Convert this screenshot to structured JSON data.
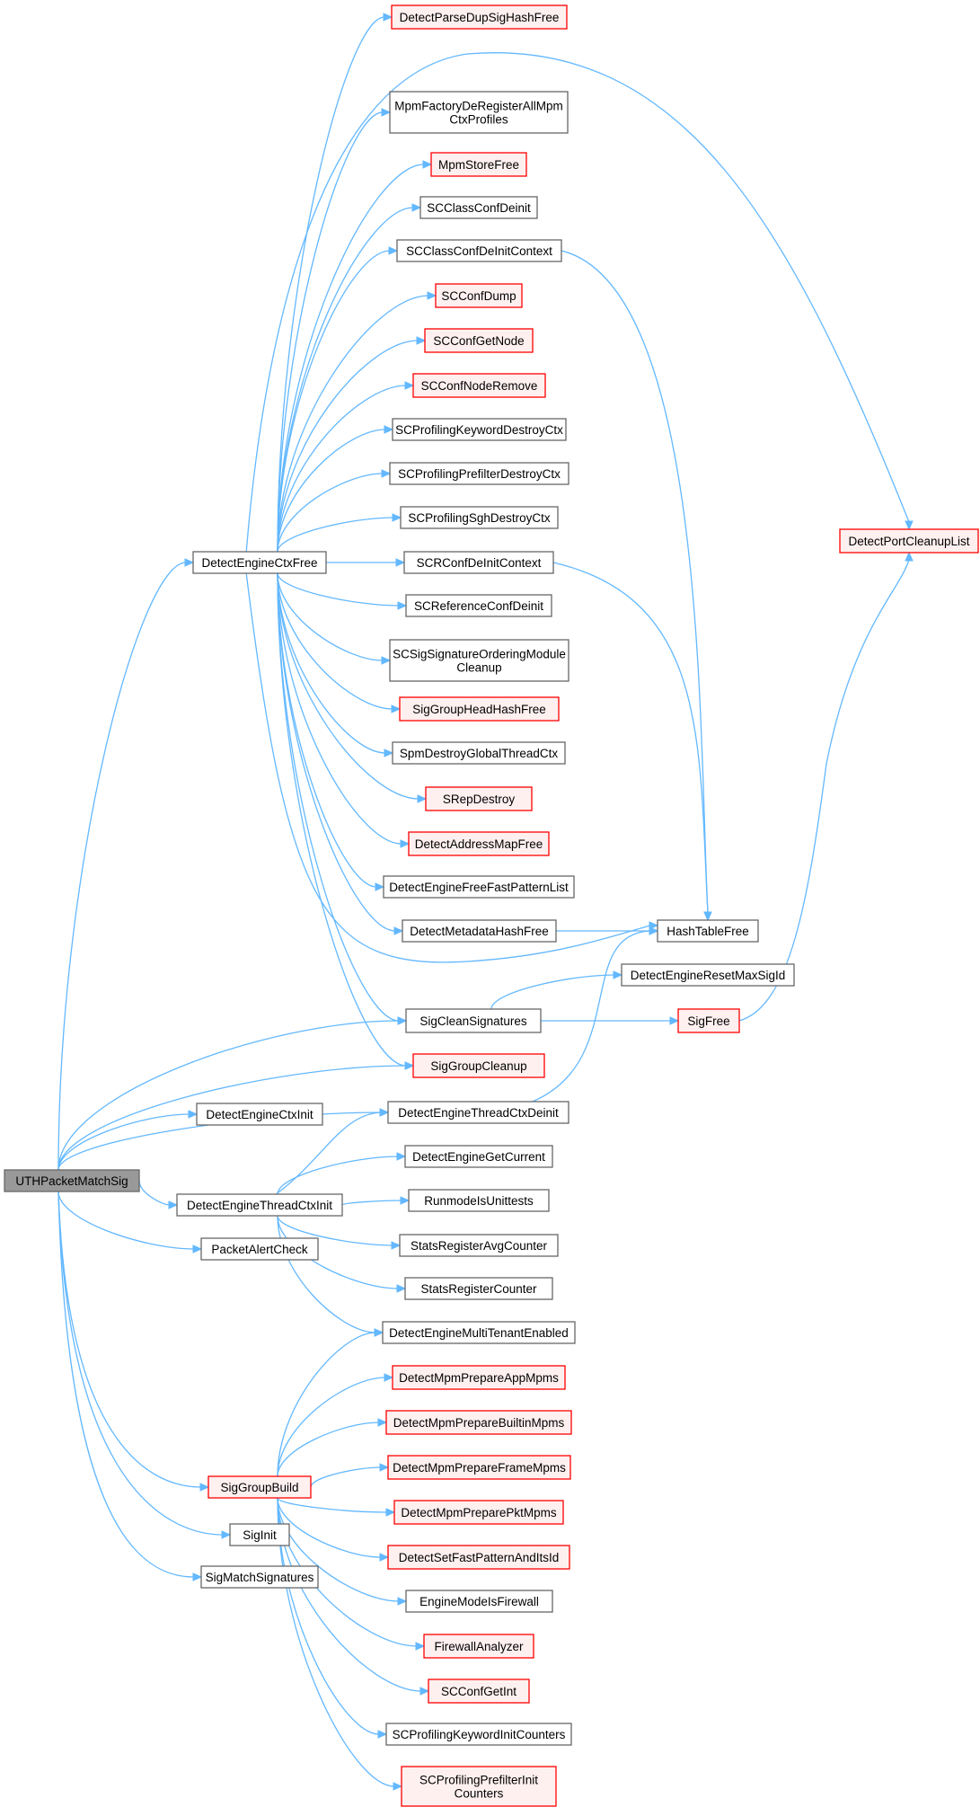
{
  "colors": {
    "edge": "#63b8ff",
    "root_fill": "#999999",
    "root_border": "#666666",
    "plain_fill": "#ffffff",
    "plain_border": "#666666",
    "red_fill": "#fff0f0",
    "red_border": "#ff0000"
  },
  "nodes": [
    {
      "id": "root",
      "style": "root",
      "lines": [
        "UTHPacketMatchSig"
      ]
    },
    {
      "id": "decf",
      "style": "plain",
      "lines": [
        "DetectEngineCtxFree"
      ]
    },
    {
      "id": "decinit",
      "style": "plain",
      "lines": [
        "DetectEngineCtxInit"
      ]
    },
    {
      "id": "detci",
      "style": "plain",
      "lines": [
        "DetectEngineThreadCtxInit"
      ]
    },
    {
      "id": "pac",
      "style": "plain",
      "lines": [
        "PacketAlertCheck"
      ]
    },
    {
      "id": "sgb",
      "style": "red",
      "lines": [
        "SigGroupBuild"
      ]
    },
    {
      "id": "siginit",
      "style": "plain",
      "lines": [
        "SigInit"
      ]
    },
    {
      "id": "sms",
      "style": "plain",
      "lines": [
        "SigMatchSignatures"
      ]
    },
    {
      "id": "dpdshf",
      "style": "red",
      "lines": [
        "DetectParseDupSigHashFree"
      ]
    },
    {
      "id": "mfdr",
      "style": "plain",
      "lines": [
        "MpmFactoryDeRegisterAllMpm",
        "CtxProfiles"
      ]
    },
    {
      "id": "msf",
      "style": "red",
      "lines": [
        "MpmStoreFree"
      ]
    },
    {
      "id": "sccd",
      "style": "plain",
      "lines": [
        "SCClassConfDeinit"
      ]
    },
    {
      "id": "sccdc",
      "style": "plain",
      "lines": [
        "SCClassConfDeInitContext"
      ]
    },
    {
      "id": "scdump",
      "style": "red",
      "lines": [
        "SCConfDump"
      ]
    },
    {
      "id": "scgn",
      "style": "red",
      "lines": [
        "SCConfGetNode"
      ]
    },
    {
      "id": "scnr",
      "style": "red",
      "lines": [
        "SCConfNodeRemove"
      ]
    },
    {
      "id": "spkd",
      "style": "plain",
      "lines": [
        "SCProfilingKeywordDestroyCtx"
      ]
    },
    {
      "id": "sppd",
      "style": "plain",
      "lines": [
        "SCProfilingPrefilterDestroyCtx"
      ]
    },
    {
      "id": "spsd",
      "style": "plain",
      "lines": [
        "SCProfilingSghDestroyCtx"
      ]
    },
    {
      "id": "srcd",
      "style": "plain",
      "lines": [
        "SCRConfDeInitContext"
      ]
    },
    {
      "id": "srefd",
      "style": "plain",
      "lines": [
        "SCReferenceConfDeinit"
      ]
    },
    {
      "id": "ssom",
      "style": "plain",
      "lines": [
        "SCSigSignatureOrderingModule",
        "Cleanup"
      ]
    },
    {
      "id": "sghhf",
      "style": "red",
      "lines": [
        "SigGroupHeadHashFree"
      ]
    },
    {
      "id": "sdgtc",
      "style": "plain",
      "lines": [
        "SpmDestroyGlobalThreadCtx"
      ]
    },
    {
      "id": "srepd",
      "style": "red",
      "lines": [
        "SRepDestroy"
      ]
    },
    {
      "id": "damf",
      "style": "red",
      "lines": [
        "DetectAddressMapFree"
      ]
    },
    {
      "id": "deffpl",
      "style": "plain",
      "lines": [
        "DetectEngineFreeFastPatternList"
      ]
    },
    {
      "id": "dmhf",
      "style": "plain",
      "lines": [
        "DetectMetadataHashFree"
      ]
    },
    {
      "id": "scs",
      "style": "plain",
      "lines": [
        "SigCleanSignatures"
      ]
    },
    {
      "id": "sgc",
      "style": "red",
      "lines": [
        "SigGroupCleanup"
      ]
    },
    {
      "id": "detcd",
      "style": "plain",
      "lines": [
        "DetectEngineThreadCtxDeinit"
      ]
    },
    {
      "id": "dpcl",
      "style": "red",
      "lines": [
        "DetectPortCleanupList"
      ]
    },
    {
      "id": "htf",
      "style": "plain",
      "lines": [
        "HashTableFree"
      ]
    },
    {
      "id": "dermsi",
      "style": "plain",
      "lines": [
        "DetectEngineResetMaxSigId"
      ]
    },
    {
      "id": "sigfree",
      "style": "red",
      "lines": [
        "SigFree"
      ]
    },
    {
      "id": "degc",
      "style": "plain",
      "lines": [
        "DetectEngineGetCurrent"
      ]
    },
    {
      "id": "rmiu",
      "style": "plain",
      "lines": [
        "RunmodeIsUnittests"
      ]
    },
    {
      "id": "srac",
      "style": "plain",
      "lines": [
        "StatsRegisterAvgCounter"
      ]
    },
    {
      "id": "src",
      "style": "plain",
      "lines": [
        "StatsRegisterCounter"
      ]
    },
    {
      "id": "demte",
      "style": "plain",
      "lines": [
        "DetectEngineMultiTenantEnabled"
      ]
    },
    {
      "id": "dmpam",
      "style": "red",
      "lines": [
        "DetectMpmPrepareAppMpms"
      ]
    },
    {
      "id": "dmpbm",
      "style": "red",
      "lines": [
        "DetectMpmPrepareBuiltinMpms"
      ]
    },
    {
      "id": "dmpfm",
      "style": "red",
      "lines": [
        "DetectMpmPrepareFrameMpms"
      ]
    },
    {
      "id": "dmppm",
      "style": "red",
      "lines": [
        "DetectMpmPreparePktMpms"
      ]
    },
    {
      "id": "dsfp",
      "style": "red",
      "lines": [
        "DetectSetFastPatternAndItsId"
      ]
    },
    {
      "id": "emif",
      "style": "plain",
      "lines": [
        "EngineModeIsFirewall"
      ]
    },
    {
      "id": "fa",
      "style": "red",
      "lines": [
        "FirewallAnalyzer"
      ]
    },
    {
      "id": "scgi",
      "style": "red",
      "lines": [
        "SCConfGetInt"
      ]
    },
    {
      "id": "spkic",
      "style": "plain",
      "lines": [
        "SCProfilingKeywordInitCounters"
      ]
    },
    {
      "id": "sppic",
      "style": "red",
      "lines": [
        "SCProfilingPrefilterInit",
        "Counters"
      ]
    }
  ],
  "edges": [
    [
      "root",
      "decf"
    ],
    [
      "root",
      "decinit"
    ],
    [
      "root",
      "detcd"
    ],
    [
      "root",
      "detci"
    ],
    [
      "root",
      "pac"
    ],
    [
      "root",
      "sgb"
    ],
    [
      "root",
      "siginit"
    ],
    [
      "root",
      "sms"
    ],
    [
      "root",
      "scs"
    ],
    [
      "root",
      "sgc"
    ],
    [
      "decf",
      "dpdshf"
    ],
    [
      "decf",
      "dpcl"
    ],
    [
      "decf",
      "mfdr"
    ],
    [
      "decf",
      "msf"
    ],
    [
      "decf",
      "sccd"
    ],
    [
      "decf",
      "sccdc"
    ],
    [
      "decf",
      "scdump"
    ],
    [
      "decf",
      "scgn"
    ],
    [
      "decf",
      "scnr"
    ],
    [
      "decf",
      "spkd"
    ],
    [
      "decf",
      "sppd"
    ],
    [
      "decf",
      "spsd"
    ],
    [
      "decf",
      "srcd"
    ],
    [
      "decf",
      "srefd"
    ],
    [
      "decf",
      "ssom"
    ],
    [
      "decf",
      "sghhf"
    ],
    [
      "decf",
      "sdgtc"
    ],
    [
      "decf",
      "srepd"
    ],
    [
      "decf",
      "damf"
    ],
    [
      "decf",
      "deffpl"
    ],
    [
      "decf",
      "dmhf"
    ],
    [
      "decf",
      "htf"
    ],
    [
      "decf",
      "scs"
    ],
    [
      "decf",
      "sgc"
    ],
    [
      "sccdc",
      "htf"
    ],
    [
      "srcd",
      "htf"
    ],
    [
      "dmhf",
      "htf"
    ],
    [
      "detcd",
      "htf"
    ],
    [
      "scs",
      "dermsi"
    ],
    [
      "scs",
      "sigfree"
    ],
    [
      "sigfree",
      "dpcl"
    ],
    [
      "detci",
      "detcd"
    ],
    [
      "detci",
      "degc"
    ],
    [
      "detci",
      "rmiu"
    ],
    [
      "detci",
      "srac"
    ],
    [
      "detci",
      "src"
    ],
    [
      "detci",
      "demte"
    ],
    [
      "sgb",
      "demte"
    ],
    [
      "sgb",
      "dmpam"
    ],
    [
      "sgb",
      "dmpbm"
    ],
    [
      "sgb",
      "dmpfm"
    ],
    [
      "sgb",
      "dmppm"
    ],
    [
      "sgb",
      "dsfp"
    ],
    [
      "sgb",
      "emif"
    ],
    [
      "sgb",
      "fa"
    ],
    [
      "sgb",
      "scgi"
    ],
    [
      "sgb",
      "spkic"
    ],
    [
      "sgb",
      "sppic"
    ]
  ]
}
